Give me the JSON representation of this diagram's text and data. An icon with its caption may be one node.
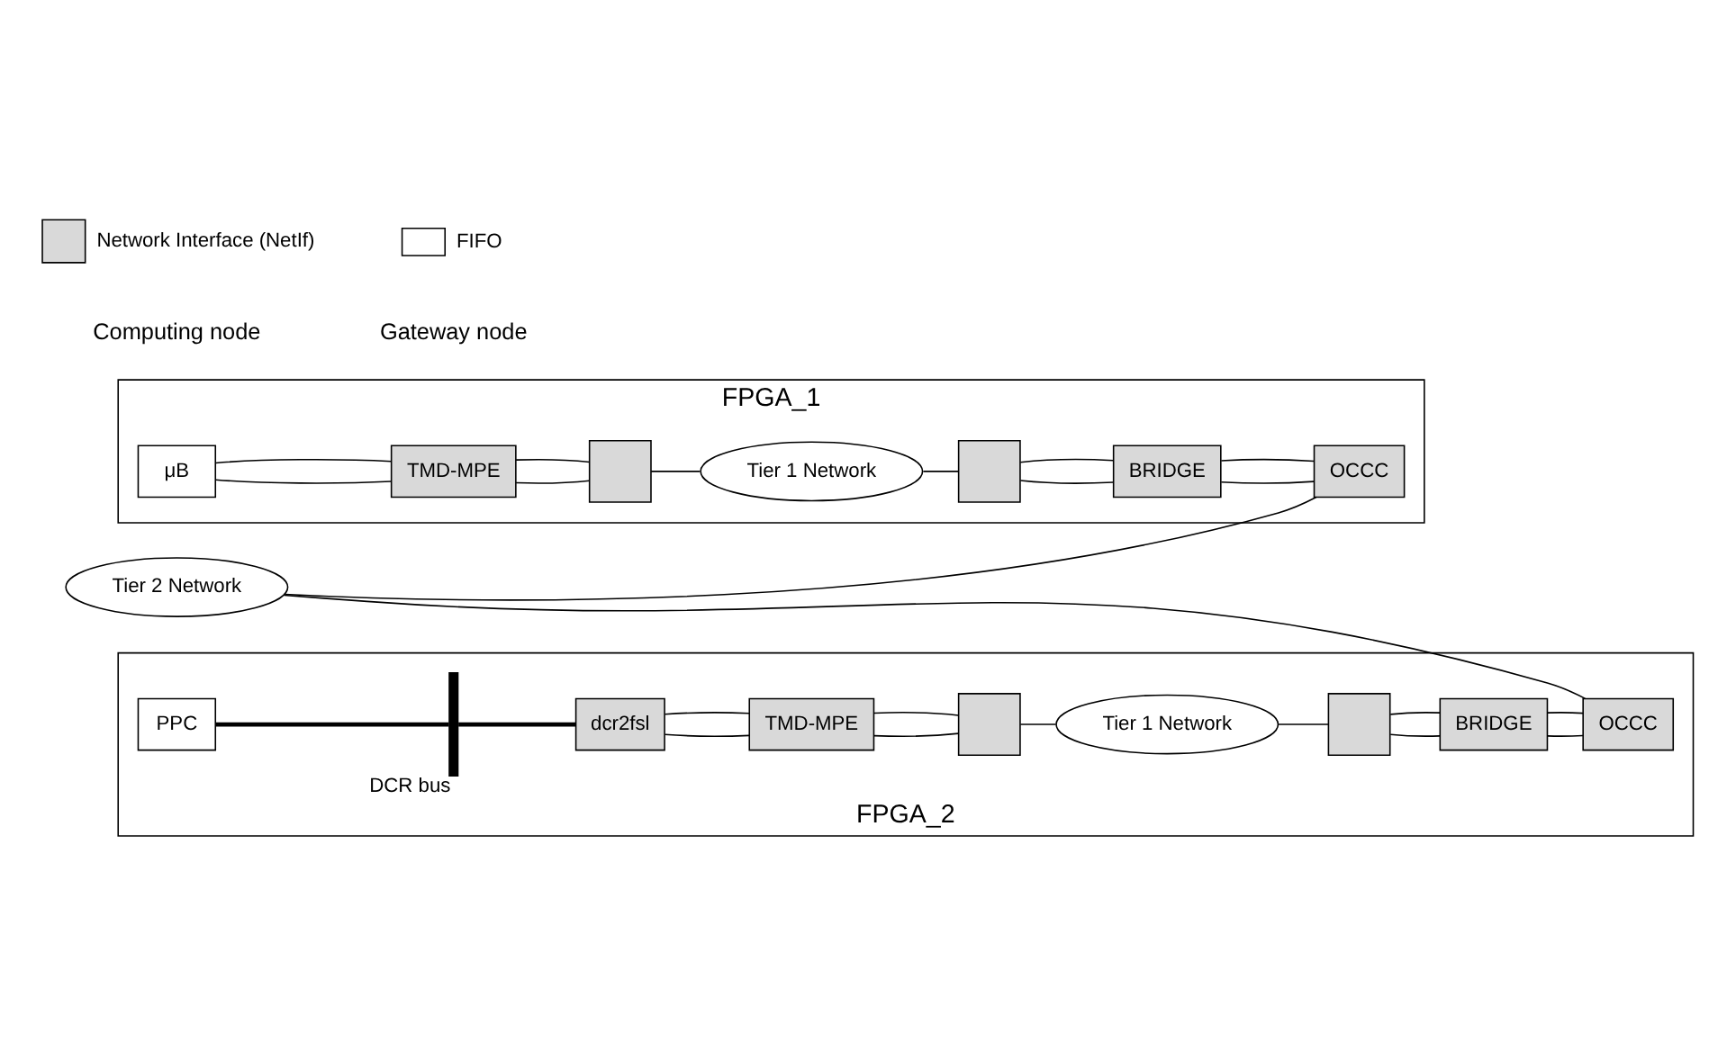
{
  "diagram": {
    "nodes": [
      {
        "text": [
          "FPGA_1"
        ]
      },
      {
        "text": [
          "μB"
        ],
        "in": 0
      },
      {
        "text": [
          "TMD-MPE"
        ],
        "in": 0
      },
      {
        "text": [],
        "shape": "box",
        "in": 0
      },
      {
        "text": [
          "Tier 1 Network"
        ],
        "in": 0
      },
      {
        "text": [],
        "shape": "box",
        "in": 0
      },
      {
        "text": [
          "BRIDGE"
        ],
        "in": 0
      },
      {
        "text": [
          "OCCC"
        ],
        "in": 0
      },
      {
        "text": [
          "Tier 2 Network"
        ]
      },
      {
        "text": [
          "FPGA_2"
        ]
      },
      {
        "text": [
          "PPC"
        ],
        "in": 9
      },
      {
        "text": [],
        "shape": "bar",
        "beside": [
          "DCR bus"
        ],
        "in": 9
      },
      {
        "text": [
          "dcr2fsl"
        ],
        "in": 9
      },
      {
        "text": [
          "TMD-MPE"
        ],
        "in": 9
      },
      {
        "text": [],
        "shape": "box",
        "in": 9
      },
      {
        "text": [
          "Tier 1 Network"
        ],
        "in": 9
      },
      {
        "text": [],
        "shape": "box",
        "in": 9
      },
      {
        "text": [
          "BRIDGE"
        ],
        "in": 9
      },
      {
        "text": [
          "OCCC"
        ],
        "in": 9
      }
    ],
    "edges": [
      {
        "from": 1,
        "to": 2,
        "arrow": "none"
      },
      {
        "from": 1,
        "to": 2,
        "arrow": "none"
      },
      {
        "from": 2,
        "to": 3,
        "arrow": "none"
      },
      {
        "from": 2,
        "to": 3,
        "arrow": "none"
      },
      {
        "from": 3,
        "to": 4,
        "arrow": "none"
      },
      {
        "from": 4,
        "to": 5,
        "arrow": "none"
      },
      {
        "from": 5,
        "to": 6,
        "arrow": "none"
      },
      {
        "from": 5,
        "to": 6,
        "arrow": "none"
      },
      {
        "from": 6,
        "to": 7,
        "arrow": "none"
      },
      {
        "from": 6,
        "to": 7,
        "arrow": "none"
      },
      {
        "from": 7,
        "to": 8,
        "arrow": "none"
      },
      {
        "from": 8,
        "to": 18,
        "arrow": "none"
      },
      {
        "from": 10,
        "to": 11,
        "arrow": "none",
        "style": "thick"
      },
      {
        "from": 11,
        "to": 12,
        "arrow": "none",
        "style": "thick"
      },
      {
        "from": 12,
        "to": 13,
        "arrow": "none"
      },
      {
        "from": 12,
        "to": 13,
        "arrow": "none"
      },
      {
        "from": 13,
        "to": 14,
        "arrow": "none"
      },
      {
        "from": 13,
        "to": 14,
        "arrow": "none"
      },
      {
        "from": 14,
        "to": 15,
        "arrow": "none"
      },
      {
        "from": 15,
        "to": 16,
        "arrow": "none"
      },
      {
        "from": 16,
        "to": 17,
        "arrow": "none"
      },
      {
        "from": 16,
        "to": 17,
        "arrow": "none"
      },
      {
        "from": 17,
        "to": 18,
        "arrow": "none"
      },
      {
        "from": 17,
        "to": 18,
        "arrow": "none"
      }
    ],
    "labels": [
      "Computing node",
      "Gateway node"
    ],
    "legend": [
      {
        "text": "Network Interface (NetIf)"
      },
      {
        "text": "FIFO"
      }
    ]
  }
}
